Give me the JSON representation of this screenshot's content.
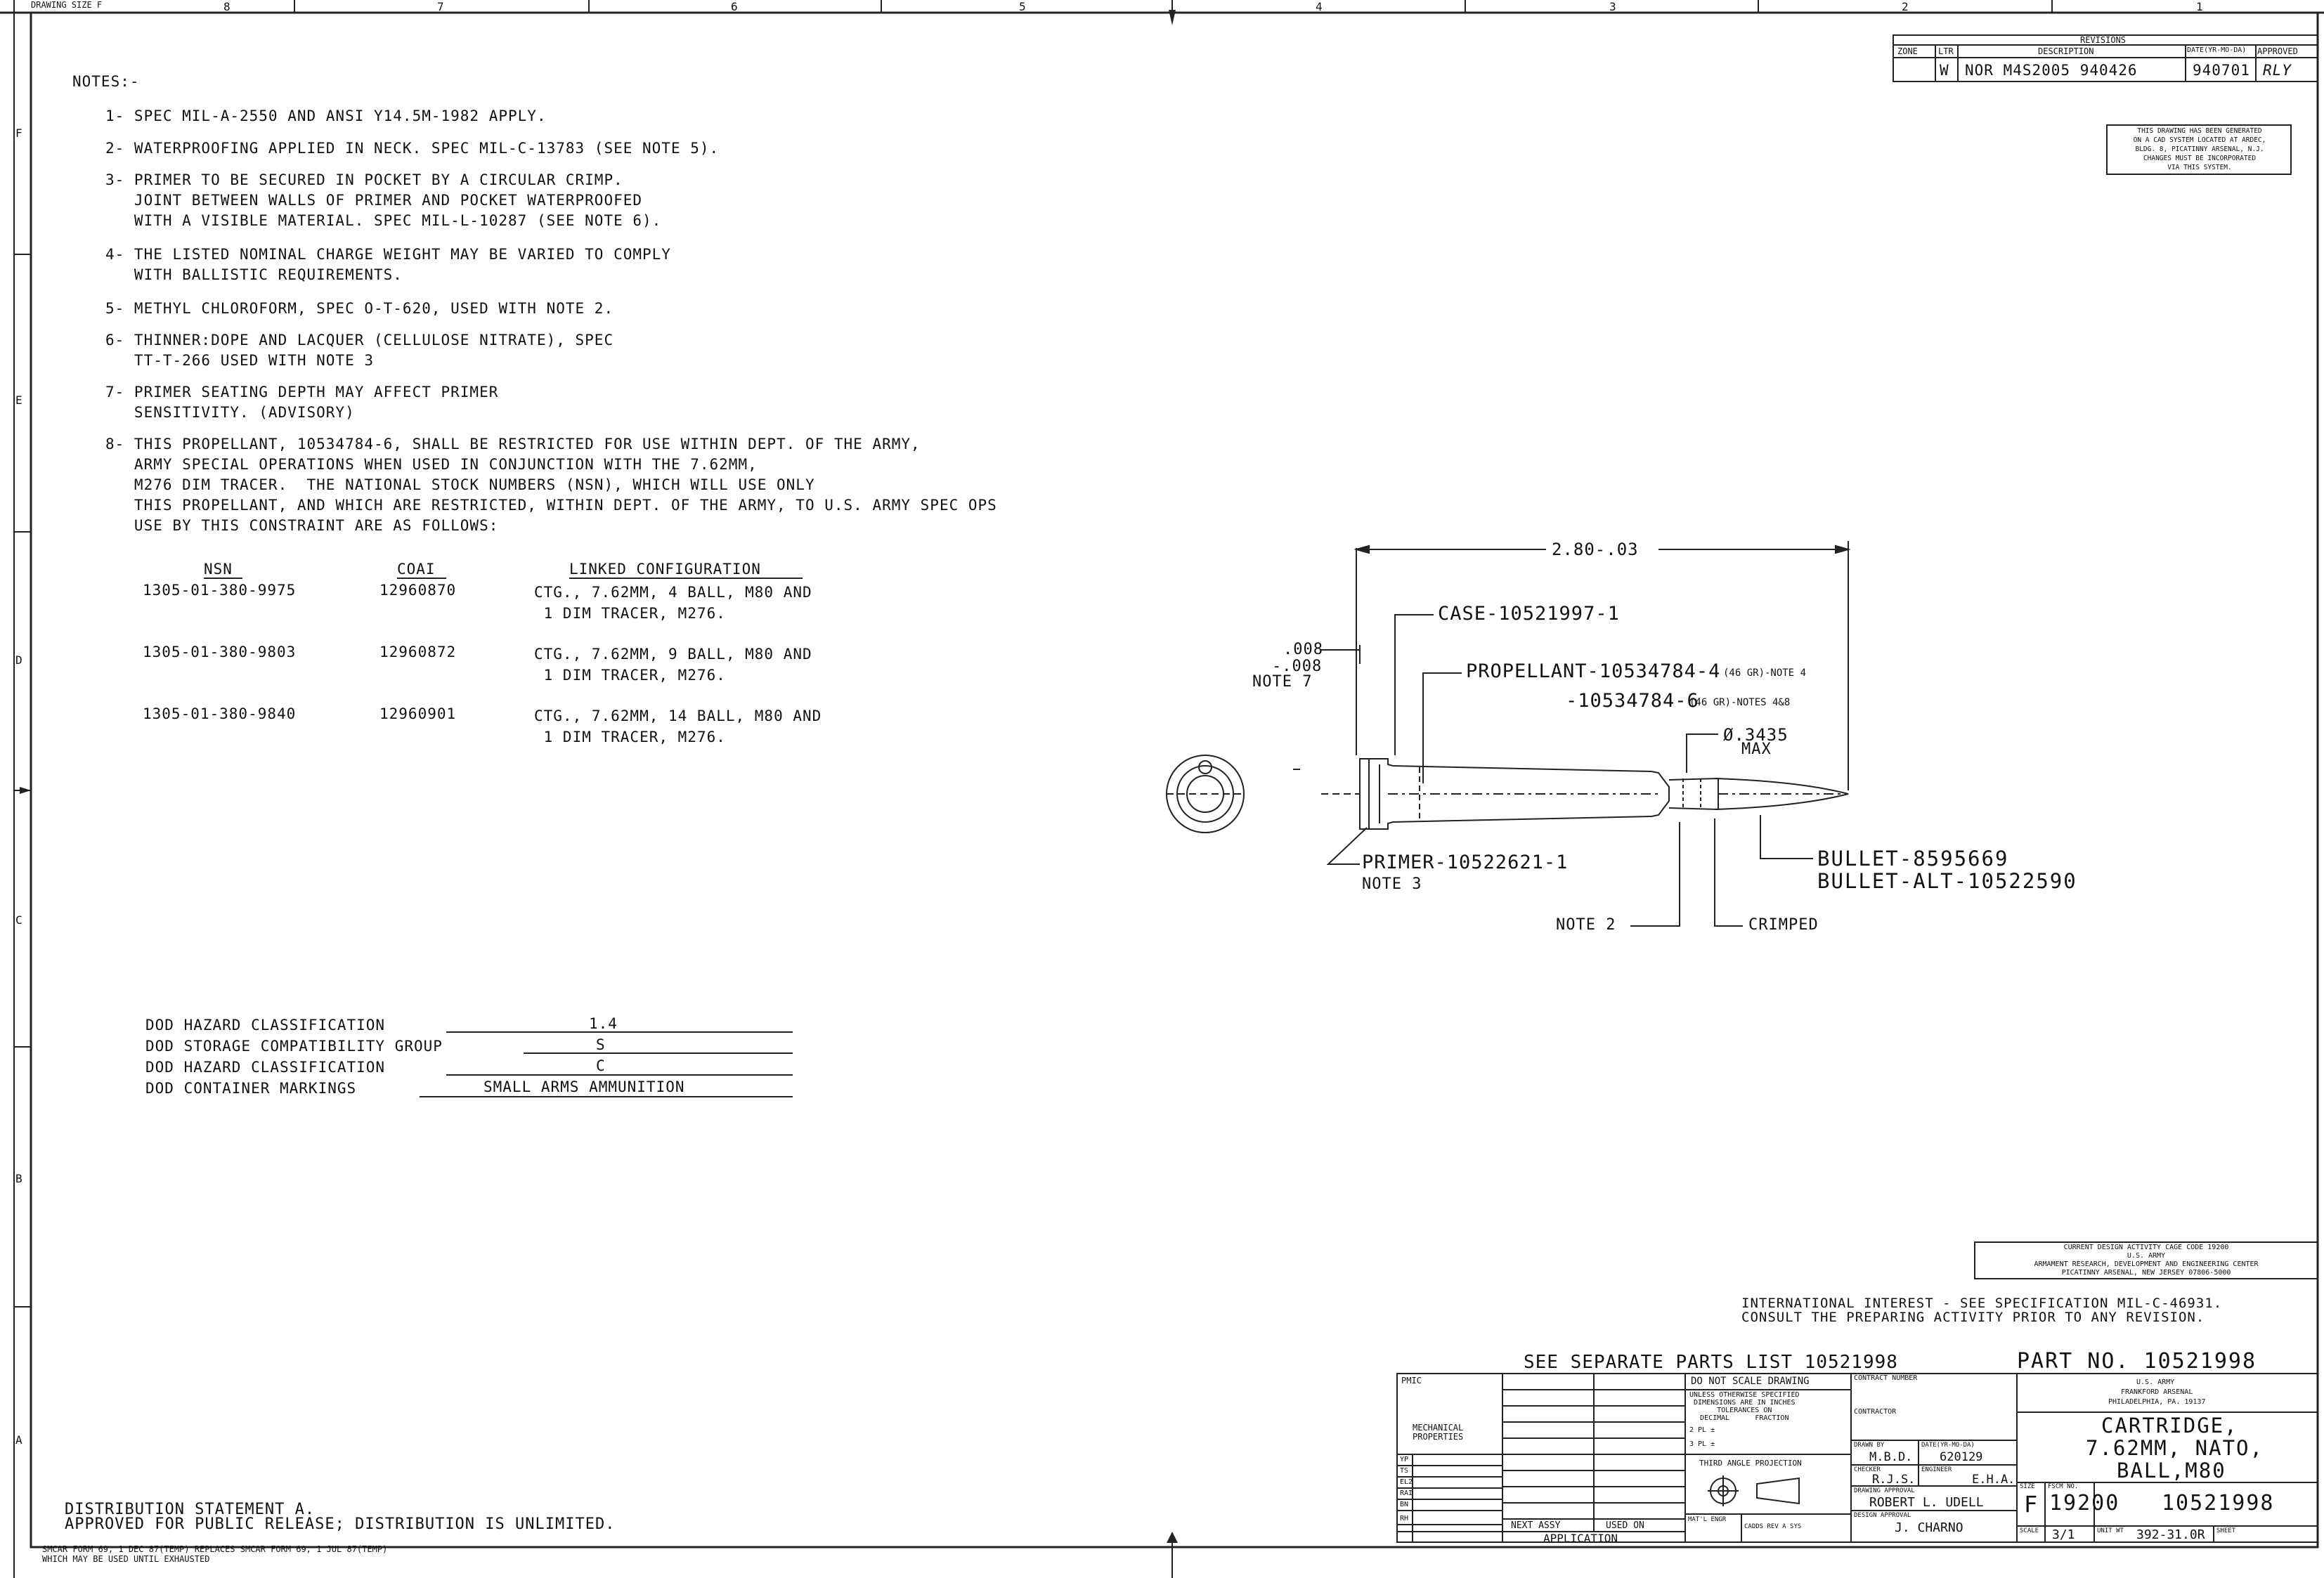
{
  "header": {
    "drawing_size": "DRAWING SIZE F",
    "zones_top": [
      "8",
      "7",
      "6",
      "5",
      "4",
      "3",
      "2",
      "1"
    ],
    "zones_side": [
      "F",
      "E",
      "D",
      "C",
      "B",
      "A"
    ]
  },
  "revisions": {
    "title": "REVISIONS",
    "col_zone": "ZONE",
    "col_ltr": "LTR",
    "col_desc": "DESCRIPTION",
    "col_date": "DATE(YR-MO-DA)",
    "col_approved": "APPROVED",
    "row_ltr": "W",
    "row_desc": "NOR M4S2005 940426",
    "row_date": "940701",
    "row_approved": "RLY"
  },
  "cad_note": [
    "THIS DRAWING HAS BEEN GENERATED",
    "ON A CAD SYSTEM LOCATED AT ARDEC,",
    "BLDG. 8, PICATINNY ARSENAL, N.J.",
    "CHANGES MUST BE INCORPORATED",
    "VIA THIS SYSTEM."
  ],
  "notes": {
    "heading": "NOTES:-",
    "items": [
      "1- SPEC MIL-A-2550 AND ANSI Y14.5M-1982 APPLY.",
      "2- WATERPROOFING APPLIED IN NECK. SPEC MIL-C-13783 (SEE NOTE 5).",
      "3- PRIMER TO BE SECURED IN POCKET BY A CIRCULAR CRIMP.\n   JOINT BETWEEN WALLS OF PRIMER AND POCKET WATERPROOFED\n   WITH A VISIBLE MATERIAL. SPEC MIL-L-10287 (SEE NOTE 6).",
      "4- THE LISTED NOMINAL CHARGE WEIGHT MAY BE VARIED TO COMPLY\n   WITH BALLISTIC REQUIREMENTS.",
      "5- METHYL CHLOROFORM, SPEC O-T-620, USED WITH NOTE 2.",
      "6- THINNER:DOPE AND LACQUER (CELLULOSE NITRATE), SPEC\n   TT-T-266 USED WITH NOTE 3",
      "7- PRIMER SEATING DEPTH MAY AFFECT PRIMER\n   SENSITIVITY. (ADVISORY)",
      "8- THIS PROPELLANT, 10534784-6, SHALL BE RESTRICTED FOR USE WITHIN DEPT. OF THE ARMY,\n   ARMY SPECIAL OPERATIONS WHEN USED IN CONJUNCTION WITH THE 7.62MM,\n   M276 DIM TRACER.  THE NATIONAL STOCK NUMBERS (NSN), WHICH WILL USE ONLY\n   THIS PROPELLANT, AND WHICH ARE RESTRICTED, WITHIN DEPT. OF THE ARMY, TO U.S. ARMY SPEC OPS\n   USE BY THIS CONSTRAINT ARE AS FOLLOWS:"
    ]
  },
  "nsn_table": {
    "headers": [
      "NSN",
      "COAI",
      "LINKED CONFIGURATION"
    ],
    "rows": [
      {
        "nsn": "1305-01-380-9975",
        "coai": "12960870",
        "config": "CTG., 7.62MM, 4 BALL, M80 AND\n 1 DIM TRACER, M276."
      },
      {
        "nsn": "1305-01-380-9803",
        "coai": "12960872",
        "config": "CTG., 7.62MM, 9 BALL, M80 AND\n 1 DIM TRACER, M276."
      },
      {
        "nsn": "1305-01-380-9840",
        "coai": "12960901",
        "config": "CTG., 7.62MM, 14 BALL, M80 AND\n 1 DIM TRACER, M276."
      }
    ]
  },
  "hazard": [
    {
      "label": "DOD HAZARD CLASSIFICATION",
      "value": "1.4"
    },
    {
      "label": "DOD STORAGE COMPATIBILITY GROUP",
      "value": "S"
    },
    {
      "label": "DOD HAZARD CLASSIFICATION",
      "value": "C"
    },
    {
      "label": "DOD CONTAINER MARKINGS",
      "value": "SMALL ARMS AMMUNITION"
    }
  ],
  "drawing": {
    "overall_length": "2.80-.03",
    "case": "CASE-10521997-1",
    "propellant_1": "PROPELLANT-10534784-4",
    "propellant_1_note": "(46 GR)-NOTE 4",
    "propellant_2": "-10534784-6",
    "propellant_2_note": "(46 GR)-NOTES 4&8",
    "diameter": "Ø.3435",
    "diameter_max": "MAX",
    "tol_plus": ".008",
    "tol_minus": "-.008",
    "note7": "NOTE 7",
    "primer": "PRIMER-10522621-1",
    "note3": "NOTE 3",
    "bullet": "BULLET-8595669",
    "bullet_alt": "BULLET-ALT-10522590",
    "note2": "NOTE 2",
    "crimped": "CRIMPED"
  },
  "activity": [
    "CURRENT DESIGN ACTIVITY CAGE CODE 19200",
    "U.S. ARMY",
    "ARMAMENT RESEARCH, DEVELOPMENT AND ENGINEERING CENTER",
    "PICATINNY ARSENAL, NEW JERSEY 07806-5000"
  ],
  "international": [
    "INTERNATIONAL INTEREST - SEE SPECIFICATION MIL-C-46931.",
    "CONSULT THE PREPARING ACTIVITY PRIOR TO ANY REVISION."
  ],
  "distribution": [
    "DISTRIBUTION STATEMENT A.",
    "APPROVED FOR PUBLIC RELEASE; DISTRIBUTION IS UNLIMITED."
  ],
  "form_note": [
    "SMCAR FORM 69, 1 DEC 87(TEMP) REPLACES SMCAR FORM 69, 1 JUL 87(TEMP)",
    "WHICH MAY BE USED UNTIL EXHAUSTED"
  ],
  "title_block": {
    "parts_list": "SEE SEPARATE PARTS LIST 10521998",
    "part_no": "PART NO. 10521998",
    "pmic": "PMIC",
    "mech_props": "MECHANICAL\nPROPERTIES",
    "side_codes": [
      "YP",
      "TS",
      "EL2",
      "RAI",
      "BN",
      "RH"
    ],
    "next_assy": "NEXT ASSY",
    "used_on": "USED ON",
    "application": "APPLICATION",
    "do_not_scale": "DO NOT SCALE DRAWING",
    "tolerances": "UNLESS OTHERWISE SPECIFIED\nDIMENSIONS ARE IN INCHES\nTOLERANCES ON\nDECIMAL      FRACTION",
    "tol_2pl": "2 PL ±",
    "tol_3pl": "3 PL ±",
    "third_angle": "THIRD ANGLE PROJECTION",
    "matl_enggr": "MAT'L ENGR",
    "cados": "CADDS REV A SYS",
    "contract_number": "CONTRACT NUMBER",
    "contractor": "CONTRACTOR",
    "drawn_by_label": "DRAWN BY",
    "drawn_by": "M.B.D.",
    "date_label": "DATE(YR-MO-DA)",
    "date": "620129",
    "checker_label": "CHECKER",
    "checker": "R.J.S.",
    "engineer_label": "ENGINEER",
    "engineer": "E.H.A.",
    "drawing_approval_label": "DRAWING APPROVAL",
    "drawing_approval": "ROBERT L. UDELL",
    "design_approval_label": "DESIGN APPROVAL",
    "design_approval": "J. CHARNO",
    "agency": [
      "U.S. ARMY",
      "FRANKFORD ARSENAL",
      "PHILADELPHIA, PA. 19137"
    ],
    "title": [
      "CARTRIDGE,",
      "7.62MM, NATO,",
      "BALL,M80"
    ],
    "size_label": "SIZE",
    "size": "F",
    "fscm_label": "FSCM NO.",
    "fscm": "19200",
    "dwg_no": "10521998",
    "scale_label": "SCALE",
    "scale": "3/1",
    "unit_wt_label": "UNIT WT",
    "unit_wt": "392-31.0R",
    "sheet_label": "SHEET"
  }
}
